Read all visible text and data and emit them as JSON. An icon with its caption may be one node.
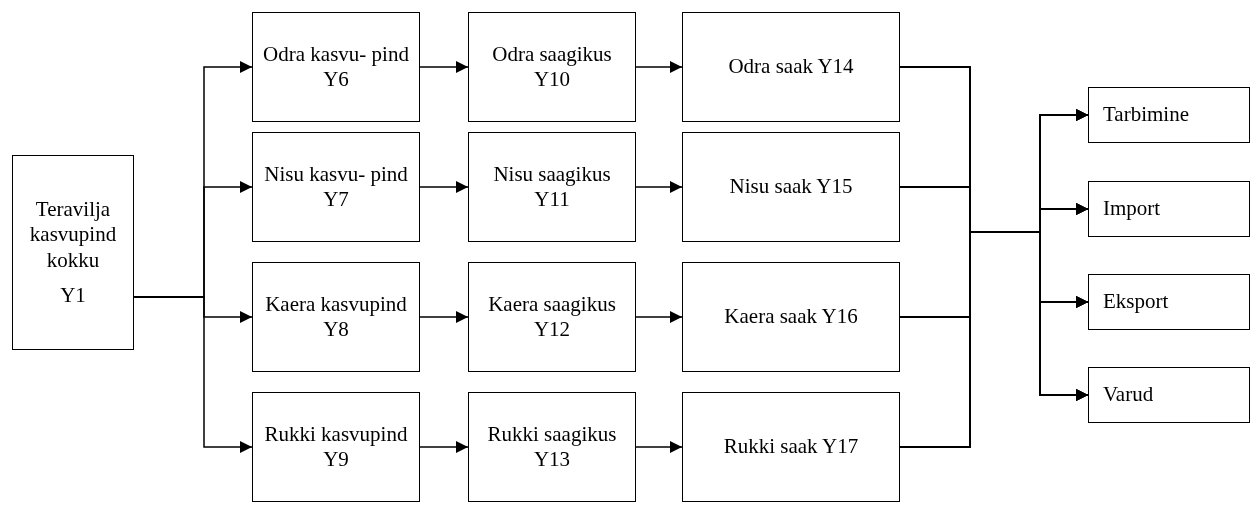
{
  "diagram": {
    "nodes": [
      {
        "text": [
          "Teravilja kasvupind kokku",
          "Y1"
        ]
      },
      {
        "text": [
          "Odra kasvu- pind Y6"
        ]
      },
      {
        "text": [
          "Nisu kasvu- pind Y7"
        ]
      },
      {
        "text": [
          "Kaera kasvupind Y8"
        ]
      },
      {
        "text": [
          "Rukki kasvupind Y9"
        ]
      },
      {
        "text": [
          "Odra saagikus Y10"
        ]
      },
      {
        "text": [
          "Nisu saagikus Y11"
        ]
      },
      {
        "text": [
          "Kaera saagikus Y12"
        ]
      },
      {
        "text": [
          "Rukki saagikus Y13"
        ]
      },
      {
        "text": [
          "Odra saak Y14"
        ]
      },
      {
        "text": [
          "Nisu saak Y15"
        ]
      },
      {
        "text": [
          "Kaera saak Y16"
        ]
      },
      {
        "text": [
          "Rukki saak Y17"
        ]
      },
      {
        "text": [
          "Tarbimine"
        ]
      },
      {
        "text": [
          "Import"
        ]
      },
      {
        "text": [
          "Eksport"
        ]
      },
      {
        "text": [
          "Varud"
        ]
      }
    ],
    "edges": [
      {
        "from": 0,
        "to": 1,
        "arrow": "to"
      },
      {
        "from": 0,
        "to": 2,
        "arrow": "to"
      },
      {
        "from": 0,
        "to": 3,
        "arrow": "to"
      },
      {
        "from": 0,
        "to": 4,
        "arrow": "to"
      },
      {
        "from": 1,
        "to": 5,
        "arrow": "to"
      },
      {
        "from": 2,
        "to": 6,
        "arrow": "to"
      },
      {
        "from": 3,
        "to": 7,
        "arrow": "to"
      },
      {
        "from": 4,
        "to": 8,
        "arrow": "to"
      },
      {
        "from": 5,
        "to": 9,
        "arrow": "to"
      },
      {
        "from": 6,
        "to": 10,
        "arrow": "to"
      },
      {
        "from": 7,
        "to": 11,
        "arrow": "to"
      },
      {
        "from": 8,
        "to": 12,
        "arrow": "to"
      },
      {
        "from": 9,
        "to": 13,
        "arrow": "to"
      },
      {
        "from": 9,
        "to": 14,
        "arrow": "to"
      },
      {
        "from": 9,
        "to": 15,
        "arrow": "to"
      },
      {
        "from": 9,
        "to": 16,
        "arrow": "to"
      },
      {
        "from": 10,
        "to": 13,
        "arrow": "to"
      },
      {
        "from": 10,
        "to": 14,
        "arrow": "to"
      },
      {
        "from": 10,
        "to": 15,
        "arrow": "to"
      },
      {
        "from": 10,
        "to": 16,
        "arrow": "to"
      },
      {
        "from": 11,
        "to": 13,
        "arrow": "to"
      },
      {
        "from": 11,
        "to": 14,
        "arrow": "to"
      },
      {
        "from": 11,
        "to": 15,
        "arrow": "to"
      },
      {
        "from": 11,
        "to": 16,
        "arrow": "to"
      },
      {
        "from": 12,
        "to": 13,
        "arrow": "to"
      },
      {
        "from": 12,
        "to": 14,
        "arrow": "to"
      },
      {
        "from": 12,
        "to": 15,
        "arrow": "to"
      },
      {
        "from": 12,
        "to": 16,
        "arrow": "to"
      }
    ]
  }
}
